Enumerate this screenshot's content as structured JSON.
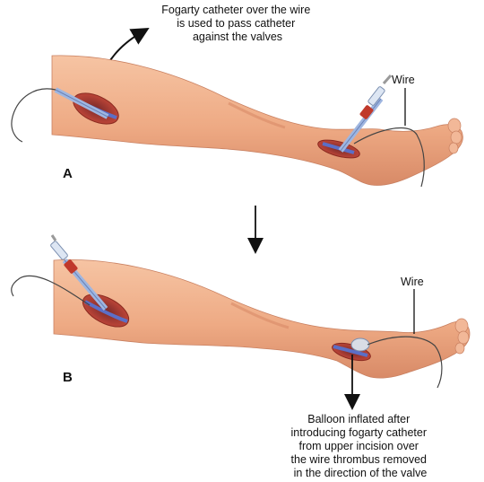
{
  "panel_a": {
    "label": "A",
    "callout_lines": [
      "Fogarty catheter over the wire",
      "is used to pass catheter",
      "against the valves"
    ],
    "wire_label": "Wire"
  },
  "panel_b": {
    "label": "B",
    "callout_lines": [
      "Balloon inflated after",
      "introducing fogarty catheter",
      "from upper incision over",
      "the wire thrombus removed",
      "in the direction of the valve"
    ],
    "wire_label": "Wire"
  },
  "colors": {
    "skin": "#f0b08c",
    "skin_shadow": "#d98a68",
    "wound": "#c0392b",
    "vein": "#5b6fc7",
    "catheter": "#9fb6e0",
    "syringe_red": "#c0392b"
  }
}
